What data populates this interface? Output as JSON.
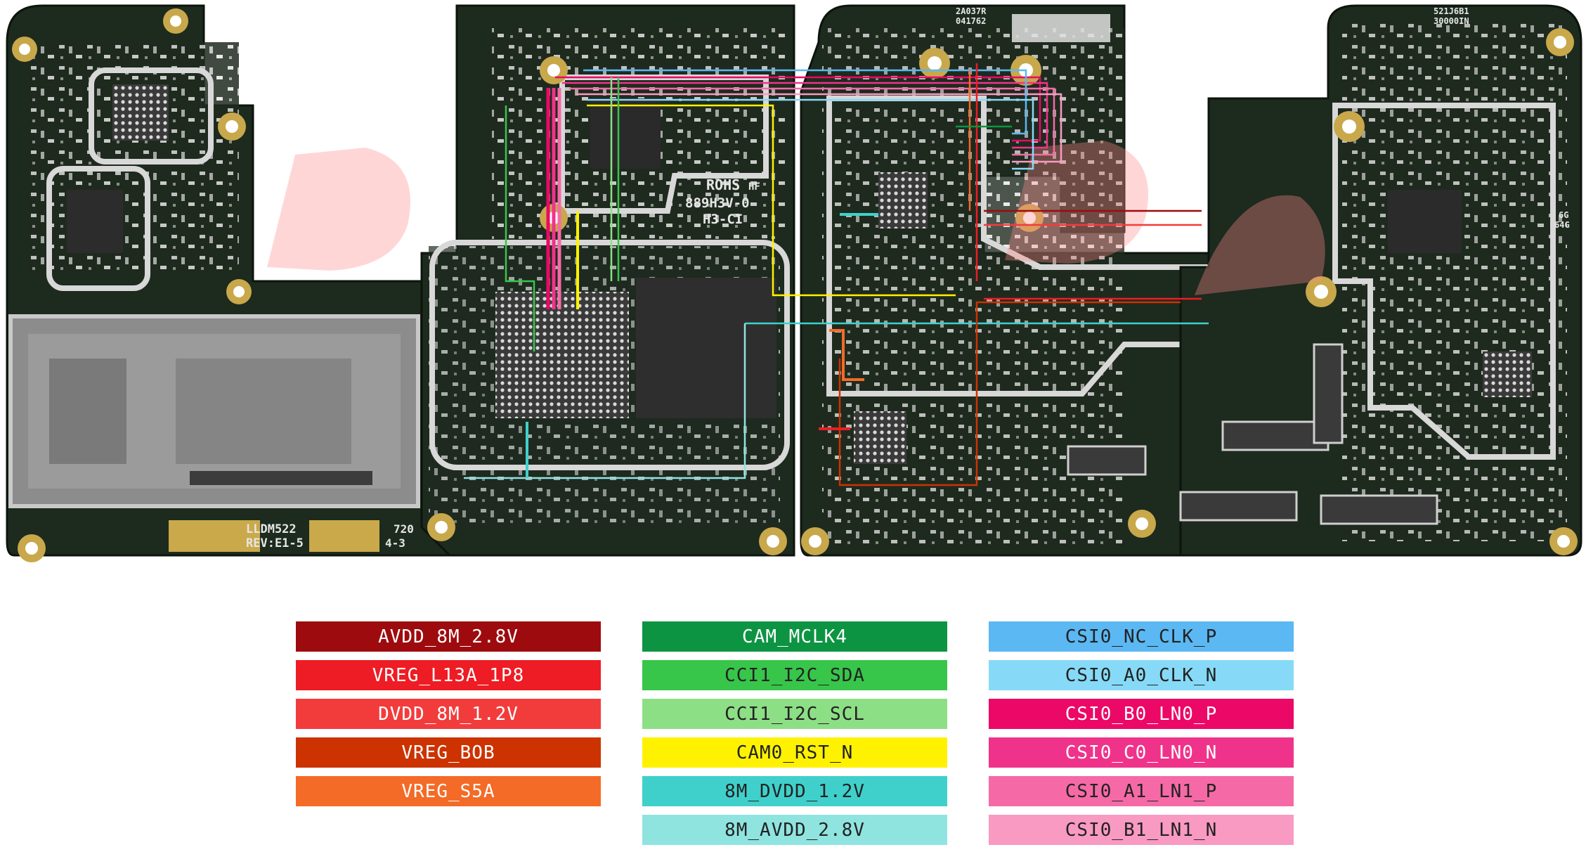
{
  "silkscreen": {
    "rohs": "ROHS",
    "hf": "HF",
    "code1": "889H3V-0",
    "code2": "H3-CI",
    "pcb_id": "LLDM522",
    "rev": "REV:E1-5",
    "date_code1": "720",
    "date_code2": "4-3",
    "top_code1": "2A037R",
    "top_code2": "041762",
    "corner_code1": "521J6B1",
    "corner_code2": "30000IN",
    "side_code1": "6G",
    "side_code2": "64G"
  },
  "legend": {
    "columns": [
      [
        {
          "label": "AVDD_8M_2.8V",
          "color": "#9e0b0e",
          "text_color": "#ffffff"
        },
        {
          "label": "VREG_L13A_1P8",
          "color": "#ee1c24",
          "text_color": "#ffffff"
        },
        {
          "label": "DVDD_8M_1.2V",
          "color": "#f23c3c",
          "text_color": "#ffffff"
        },
        {
          "label": "VREG_BOB",
          "color": "#cc3300",
          "text_color": "#ffffff"
        },
        {
          "label": "VREG_S5A",
          "color": "#f36b26",
          "text_color": "#ffffff"
        }
      ],
      [
        {
          "label": "CAM_MCLK4",
          "color": "#0d9442",
          "text_color": "#ffffff"
        },
        {
          "label": "CCI1_I2C_SDA",
          "color": "#37c64a",
          "text_color": "#222222"
        },
        {
          "label": "CCI1_I2C_SCL",
          "color": "#8ddf85",
          "text_color": "#222222"
        },
        {
          "label": "CAM0_RST_N",
          "color": "#fff200",
          "text_color": "#222222"
        },
        {
          "label": "8M_DVDD_1.2V",
          "color": "#40d0cc",
          "text_color": "#222222"
        },
        {
          "label": "8M_AVDD_2.8V",
          "color": "#8fe4e0",
          "text_color": "#222222"
        }
      ],
      [
        {
          "label": "CSI0_NC_CLK_P",
          "color": "#5bb8f3",
          "text_color": "#222222"
        },
        {
          "label": "CSI0_A0_CLK_N",
          "color": "#86daf7",
          "text_color": "#222222"
        },
        {
          "label": "CSI0_B0_LN0_P",
          "color": "#ec0867",
          "text_color": "#ffffff"
        },
        {
          "label": "CSI0_C0_LN0_N",
          "color": "#f0338a",
          "text_color": "#ffffff"
        },
        {
          "label": "CSI0_A1_LN1_P",
          "color": "#f56aa6",
          "text_color": "#222222"
        },
        {
          "label": "CSI0_B1_LN1_N",
          "color": "#f99ac2",
          "text_color": "#222222"
        }
      ]
    ]
  }
}
